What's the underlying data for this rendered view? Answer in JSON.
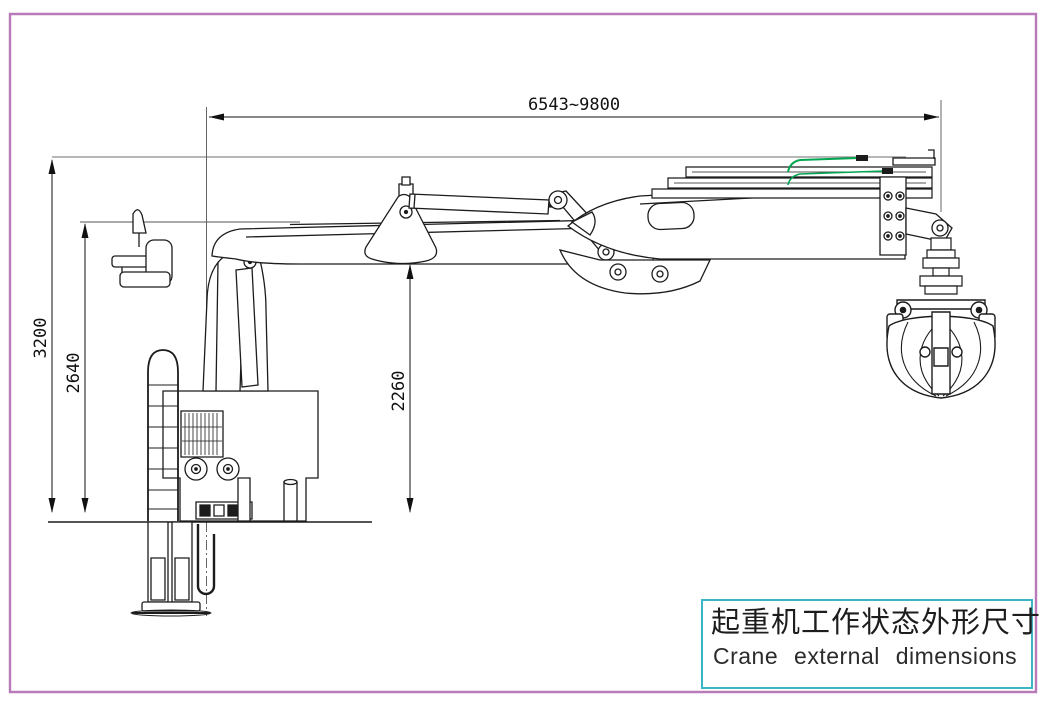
{
  "document": {
    "title_zh": "起重机工作状态外形尺寸",
    "title_en": "Crane external dimensions"
  },
  "dimensions": {
    "reach": "6543~9800",
    "overall_height": "3200",
    "column_height": "2640",
    "boom_underside_height": "2260"
  },
  "colors": {
    "page_border": "#b97ab9",
    "title_block_border": "#3ab5c6",
    "drawing_line": "#1c1c1c",
    "extension_line": "#8a8a8a",
    "hose_green": "#00a650"
  }
}
